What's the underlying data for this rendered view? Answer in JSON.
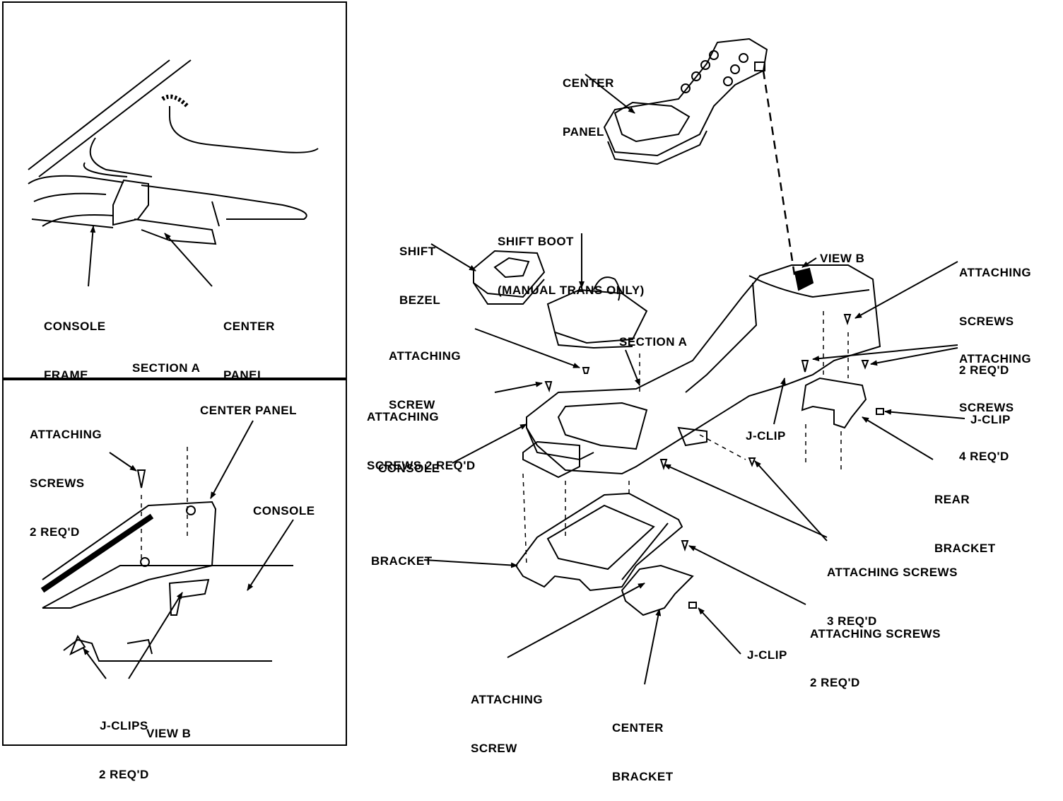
{
  "section_a": {
    "caption": "SECTION A",
    "console_frame": [
      "CONSOLE",
      "FRAME"
    ],
    "center_panel": [
      "CENTER",
      "PANEL"
    ]
  },
  "view_b": {
    "caption": "VIEW B",
    "attaching_screws": [
      "ATTACHING",
      "SCREWS",
      "2 REQ'D"
    ],
    "center_panel": "CENTER PANEL",
    "console": "CONSOLE",
    "j_clips": [
      "J-CLIPS",
      "2 REQ'D"
    ]
  },
  "main": {
    "center_panel": [
      "CENTER",
      "PANEL"
    ],
    "shift_bezel": [
      "SHIFT",
      "BEZEL"
    ],
    "shift_boot": [
      "SHIFT BOOT",
      "(MANUAL TRANS ONLY)"
    ],
    "view_b": "VIEW B",
    "attaching_screws_2_right": [
      "ATTACHING",
      "SCREWS",
      "2 REQ'D"
    ],
    "attaching_screws_4": [
      "ATTACHING",
      "SCREWS",
      "4 REQ'D"
    ],
    "attaching_screw_top": [
      "ATTACHING",
      "SCREW"
    ],
    "section_a": "SECTION A",
    "attaching_screws_2_left": [
      "ATTACHING",
      "SCREWS 2 REQ'D"
    ],
    "j_clip_mid": "J-CLIP",
    "j_clip_right": "J-CLIP",
    "console": "CONSOLE",
    "rear_bracket": [
      "REAR",
      "BRACKET"
    ],
    "attaching_screws_3": [
      "ATTACHING SCREWS",
      "3 REQ'D"
    ],
    "bracket": "BRACKET",
    "attaching_screws_2_bottom": [
      "ATTACHING SCREWS",
      "2 REQ'D"
    ],
    "j_clip_bottom": "J-CLIP",
    "attaching_screw_bottom": [
      "ATTACHING",
      "SCREW"
    ],
    "center_bracket": [
      "CENTER",
      "BRACKET"
    ]
  }
}
